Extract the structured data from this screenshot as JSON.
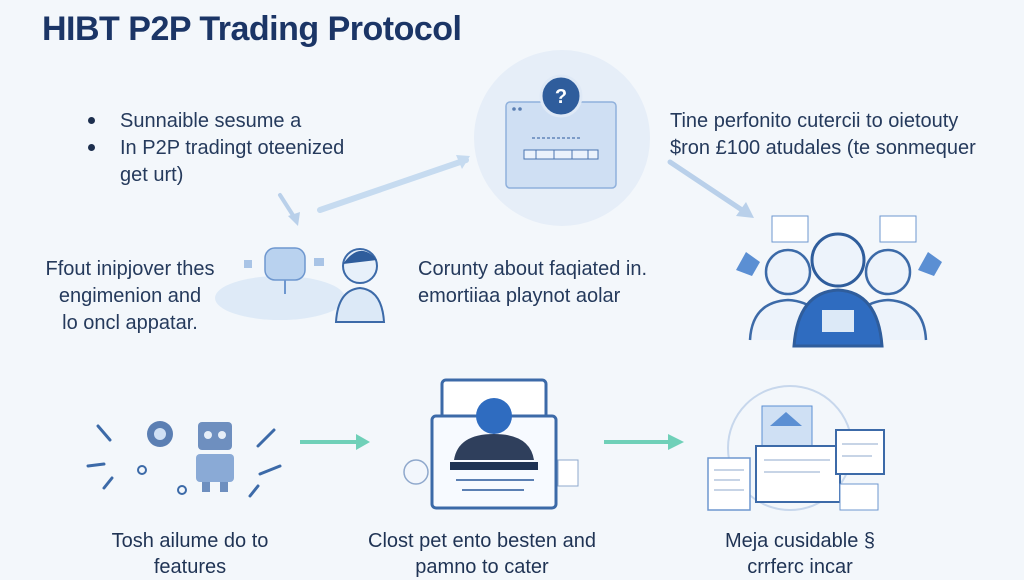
{
  "title": "HIBT P2P Trading Protocol",
  "intro_bullets": [
    "Sunnaible sesume a",
    "In P2P tradingt oteenized"
  ],
  "intro_continuation": "get urt)",
  "top_right_text": [
    "Tine perfonito cutercii to oietouty",
    "$ron £100 atudales (te sonmequer"
  ],
  "left_mid_text": [
    "Ffout inipjover thes",
    "engimenion and",
    "lo oncl appatar."
  ],
  "center_mid_text": [
    "Corunty about faqiated in.",
    "emortiiaa playnot aolar"
  ],
  "bottom_captions": [
    [
      "Tosh ailume do to",
      "features"
    ],
    [
      "Clost pet ento besten and",
      "pamno to cater"
    ],
    [
      "Meja cusidable §",
      "crrferc incar"
    ]
  ],
  "dialog_help_glyph": "?",
  "colors": {
    "title": "#1b3566",
    "accent_blue": "#5b8fd3",
    "arrow_green": "#6fd0b8",
    "soft_blue": "#cfe0f4"
  }
}
